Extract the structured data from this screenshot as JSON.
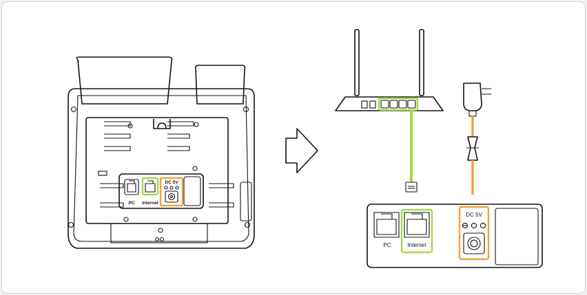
{
  "phone": {
    "port_pc": "PC",
    "port_internet": "Internet",
    "power_label": "DC 5V"
  },
  "zoom": {
    "port_pc": "PC",
    "port_internet": "Internet",
    "power_label": "DC 5V"
  },
  "colors": {
    "internet_highlight": "#a8d84a",
    "power_highlight": "#f5a03c",
    "line": "#111111"
  },
  "icons": {
    "arrow": "arrow-right-icon",
    "router": "router-icon",
    "adapter": "power-adapter-icon",
    "plug": "ethernet-plug-icon"
  }
}
